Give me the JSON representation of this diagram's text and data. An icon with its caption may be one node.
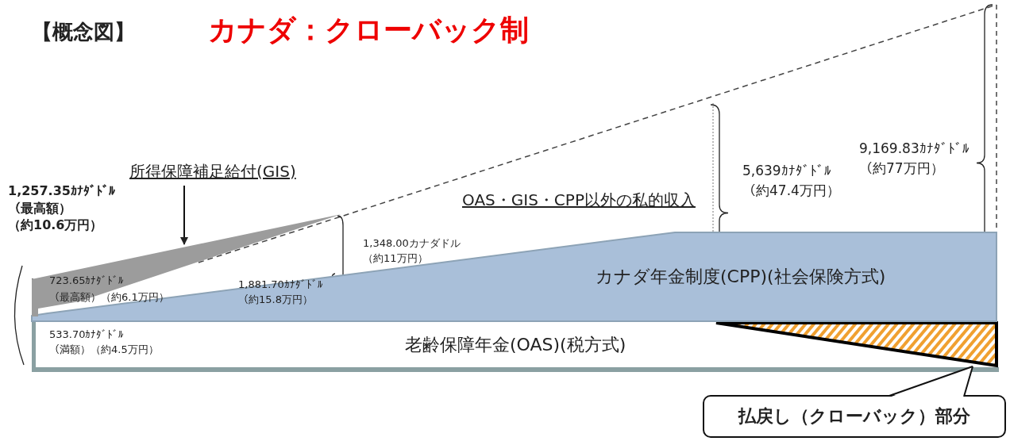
{
  "diagram": {
    "title": "カナダ：クローバック制",
    "nodes": [
      {
        "text": [
          "老齢保障年金(OAS)(税方式)"
        ]
      },
      {
        "text": [
          "カナダ年金制度(CPP)(社会保険方式)"
        ]
      },
      {
        "text": [
          "所得保障補足給付(GIS)"
        ]
      },
      {
        "text": [],
        "shape": "triangle"
      },
      {
        "text": [],
        "shape": "triangle",
        "in": 0
      },
      {
        "text": [
          "払戻し（クローバック）部分"
        ]
      }
    ],
    "edges": [
      {
        "from": 2,
        "to": 3,
        "arrow": "to"
      },
      {
        "from": 5,
        "to": 4,
        "arrow": "none"
      }
    ],
    "labels": [
      "【概念図】",
      "1,257.35ｶﾅﾀﾞﾄﾞﾙ（最高額）（約10.6万円）",
      "OAS・GIS・CPP以外の私的収入",
      "5,639ｶﾅﾀﾞﾄﾞﾙ（約47.4万円）",
      "9,169.83ｶﾅﾀﾞﾄﾞﾙ（約77万円）",
      "1,348.00カナダドル（約11万円）",
      "723.65ｶﾅﾀﾞﾄﾞﾙ（最高額）（約6.1万円）",
      "1,881.70ｶﾅﾀﾞﾄﾞﾙ（約15.8万円）",
      "533.70ｶﾅﾀﾞﾄﾞﾙ（満額）（約4.5万円）"
    ]
  }
}
